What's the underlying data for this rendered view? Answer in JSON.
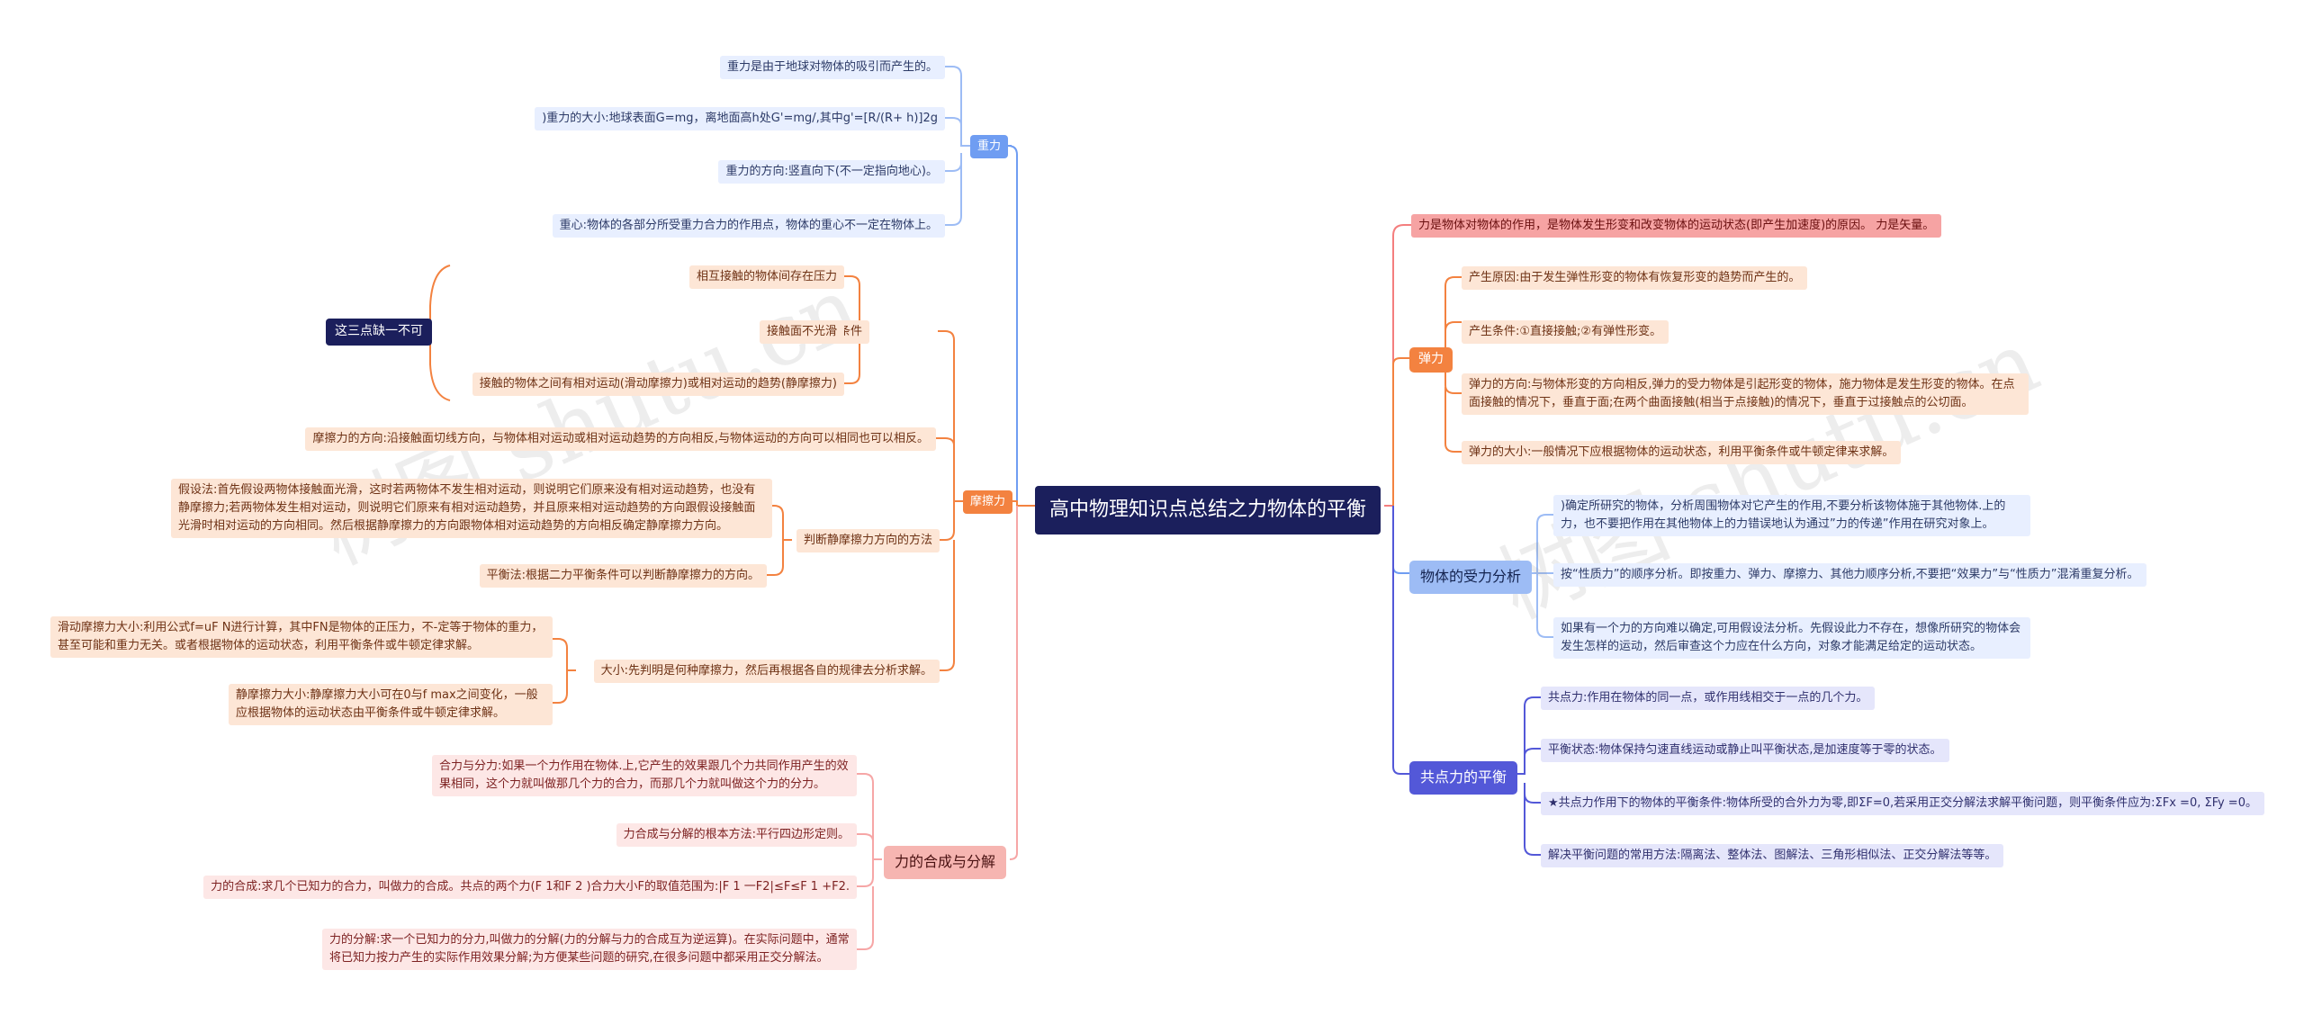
{
  "center": "高中物理知识点总结之力物体的平衡",
  "left": {
    "gravity": {
      "label": "重力",
      "items": [
        "重力是由于地球对物体的吸引而产生的。",
        ")重力的大小:地球表面G=mg，离地面高h处G'=mg/,其中g'=[R/(R+ h)]2g",
        "重力的方向:竖直向下(不一定指向地心)。",
        "重心:物体的各部分所受重力合力的作用点，物体的重心不一定在物体上。"
      ]
    },
    "friction": {
      "label": "摩擦力",
      "conditions": {
        "label": "产生的条件",
        "items": [
          "相互接触的物体间存在压力",
          "接触面不光滑",
          "接触的物体之间有相对运动(滑动摩擦力)或相对运动的趋势(静摩擦力)"
        ],
        "note": "这三点缺一不可"
      },
      "direction": "摩擦力的方向:沿接触面切线方向，与物体相对运动或相对运动趋势的方向相反,与物体运动的方向可以相同也可以相反。",
      "judge": {
        "label": "判断静摩擦力方向的方法",
        "items": [
          "假设法:首先假设两物体接触面光滑，这时若两物体不发生相对运动，则说明它们原来没有相对运动趋势，也没有静摩擦力;若两物体发生相对运动，则说明它们原来有相对运动趋势，并且原来相对运动趋势的方向跟假设接触面光滑时相对运动的方向相同。然后根据静摩擦力的方向跟物体相对运动趋势的方向相反确定静摩擦力方向。",
          "平衡法:根据二力平衡条件可以判断静摩擦力的方向。"
        ]
      },
      "size": {
        "label": "大小:先判明是何种摩擦力，然后再根据各自的规律去分析求解。",
        "items": [
          "滑动摩擦力大小:利用公式f=uF N进行计算，其中FN是物体的正压力，不-定等于物体的重力，甚至可能和重力无关。或者根据物体的运动状态，利用平衡条件或牛顿定律求解。",
          "静摩擦力大小:静摩擦力大小可在0与f max之间变化，一般应根据物体的运动状态由平衡条件或牛顿定律求解。"
        ]
      }
    },
    "composition": {
      "label": "力的合成与分解",
      "items": [
        "合力与分力:如果一个力作用在物体.上,它产生的效果跟几个力共同作用产生的效果相同，这个力就叫做那几个力的合力，而那几个力就叫做这个力的分力。",
        "力合成与分解的根本方法:平行四边形定则。",
        "力的合成:求几个已知力的合力，叫做力的合成。共点的两个力(F 1和F 2 )合力大小F的取值范围为:|F 1 一F2|≤F≤F 1 +F2.",
        "力的分解:求一个已知力的分力,叫做力的分解(力的分解与力的合成互为逆运算)。在实际问题中，通常将已知力按力产生的实际作用效果分解;为方便某些问题的研究,在很多问题中都采用正交分解法。"
      ]
    }
  },
  "right": {
    "force_def": "力是物体对物体的作用，是物体发生形变和改变物体的运动状态(即产生加速度)的原因。 力是矢量。",
    "elastic": {
      "label": "弹力",
      "items": [
        "产生原因:由于发生弹性形变的物体有恢复形变的趋势而产生的。",
        "产生条件:①直接接触;②有弹性形变。",
        "弹力的方向:与物体形变的方向相反,弹力的受力物体是引起形变的物体，施力物体是发生形变的物体。在点面接触的情况下，垂直于面;在两个曲面接触(相当于点接触)的情况下，垂直于过接触点的公切面。",
        "弹力的大小:一般情况下应根据物体的运动状态，利用平衡条件或牛顿定律来求解。"
      ]
    },
    "analysis": {
      "label": "物体的受力分析",
      "items": [
        ")确定所研究的物体，分析周围物体对它产生的作用,不要分析该物体施于其他物体.上的力，也不要把作用在其他物体上的力错误地认为通过”力的传递”作用在研究对象上。",
        "按“性质力”的顺序分析。即按重力、弹力、摩擦力、其他力顺序分析,不要把“效果力”与“性质力”混淆重复分析。",
        "如果有一个力的方向难以确定,可用假设法分析。先假设此力不存在，想像所研究的物体会发生怎样的运动，然后审查这个力应在什么方向，对象才能满足给定的运动状态。"
      ]
    },
    "equilibrium": {
      "label": "共点力的平衡",
      "items": [
        "共点力:作用在物体的同一点，或作用线相交于一点的几个力。",
        "平衡状态:物体保持匀速直线运动或静止叫平衡状态,是加速度等于零的状态。",
        "★共点力作用下的物体的平衡条件:物体所受的合外力为零,即ΣF=0,若采用正交分解法求解平衡问题，则平衡条件应为:ΣFx =0, ΣFy =0。",
        "解决平衡问题的常用方法:隔离法、整体法、图解法、三角形相似法、正交分解法等等。"
      ]
    }
  },
  "watermarks": [
    "树图 shutu.cn",
    "树图 shutu.cn"
  ]
}
